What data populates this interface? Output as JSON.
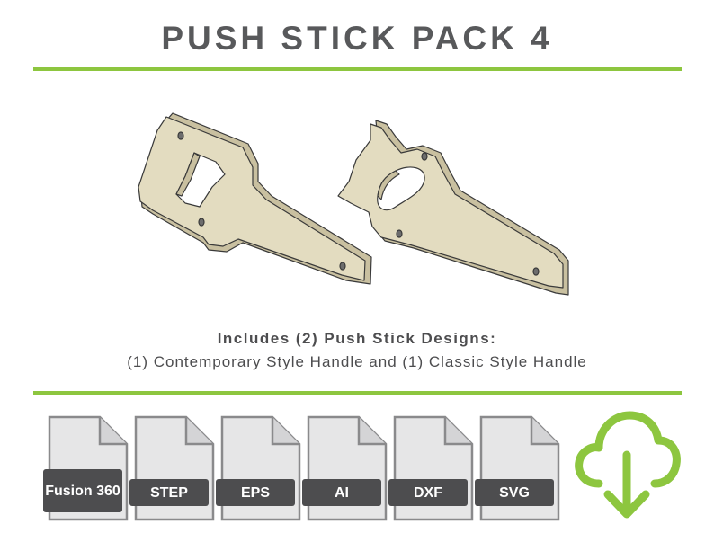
{
  "header": {
    "title": "PUSH STICK PACK 4"
  },
  "description": {
    "line1": "Includes (2) Push Stick Designs:",
    "line2": "(1) Contemporary Style Handle and (1) Classic Style Handle"
  },
  "files": [
    {
      "label": "Fusion 360",
      "icon": "document-icon"
    },
    {
      "label": "STEP",
      "icon": "document-icon"
    },
    {
      "label": "EPS",
      "icon": "document-icon"
    },
    {
      "label": "AI",
      "icon": "document-icon"
    },
    {
      "label": "DXF",
      "icon": "document-icon"
    },
    {
      "label": "SVG",
      "icon": "document-icon"
    }
  ],
  "download": {
    "icon": "cloud-download-icon"
  },
  "colors": {
    "accent": "#8dc63f",
    "text": "#58595b",
    "badge": "#4d4d4f",
    "wood": "#e3dcc0",
    "wood_edge": "#c9c0a0"
  }
}
